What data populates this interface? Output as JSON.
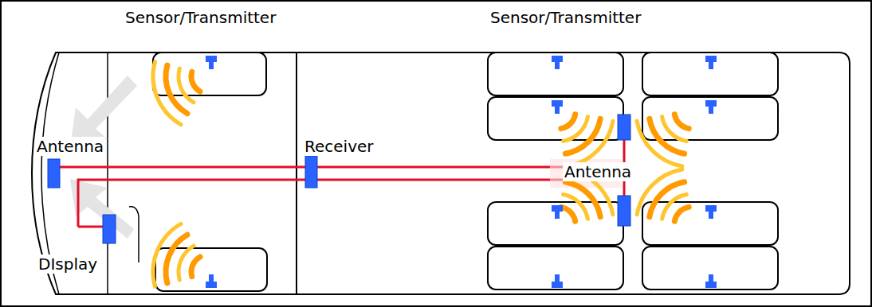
{
  "diagram": {
    "labels": [
      "Sensor/Transmitter",
      "Sensor/Transmitter",
      "Antenna",
      "Receiver",
      "Antenna",
      "DIsplay"
    ]
  }
}
